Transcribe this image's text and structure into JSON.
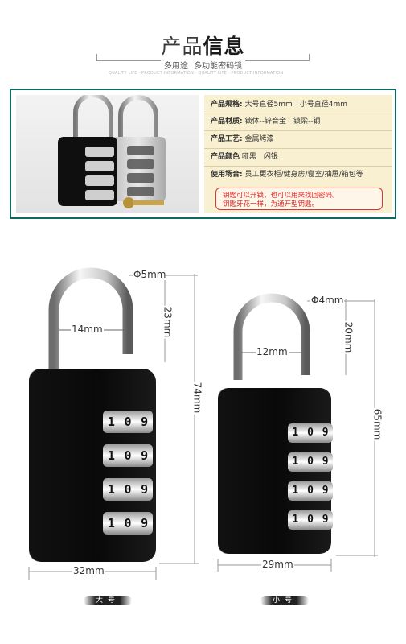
{
  "header": {
    "title_part1": "产品",
    "title_part2": "信息",
    "subtitle": "多用途 多功能密码锁",
    "deco_text": "QUALITY LIFE · PRODUCT INFORMATION · QUALITY LIFE · PRODUCT INFORMATION"
  },
  "specs": {
    "rows": [
      {
        "key": "产品规格:",
        "value": "大号直径5mm　小号直径4mm"
      },
      {
        "key": "产品材质:",
        "value": "锁体--锌合金　锁梁--钢"
      },
      {
        "key": "产品工艺:",
        "value": "金属烤漆"
      },
      {
        "key": "产品颜色",
        "value": "哑黑　闪银"
      },
      {
        "key": "使用场合:",
        "value": "员工更衣柜/健身房/寝室/抽屉/箱包等"
      }
    ],
    "note_line1": "钥匙可以开锁，也可以用来找回密码。",
    "note_line2": "钥匙牙花一样，为通开型钥匙。"
  },
  "dial_digits": [
    "1",
    "0",
    "9"
  ],
  "large": {
    "shackle_diameter": "Φ5mm",
    "shackle_width": "14mm",
    "shackle_height": "23mm",
    "total_height": "74mm",
    "body_width": "32mm",
    "label": "大号"
  },
  "small": {
    "shackle_diameter": "Φ4mm",
    "shackle_width": "12mm",
    "shackle_height": "20mm",
    "total_height": "65mm",
    "body_width": "29mm",
    "label": "小号"
  },
  "colors": {
    "panel_border": "#0d6b62",
    "spec_bg": "#f8f0d0",
    "note_red": "#d22222",
    "lock_body": "#111111"
  }
}
